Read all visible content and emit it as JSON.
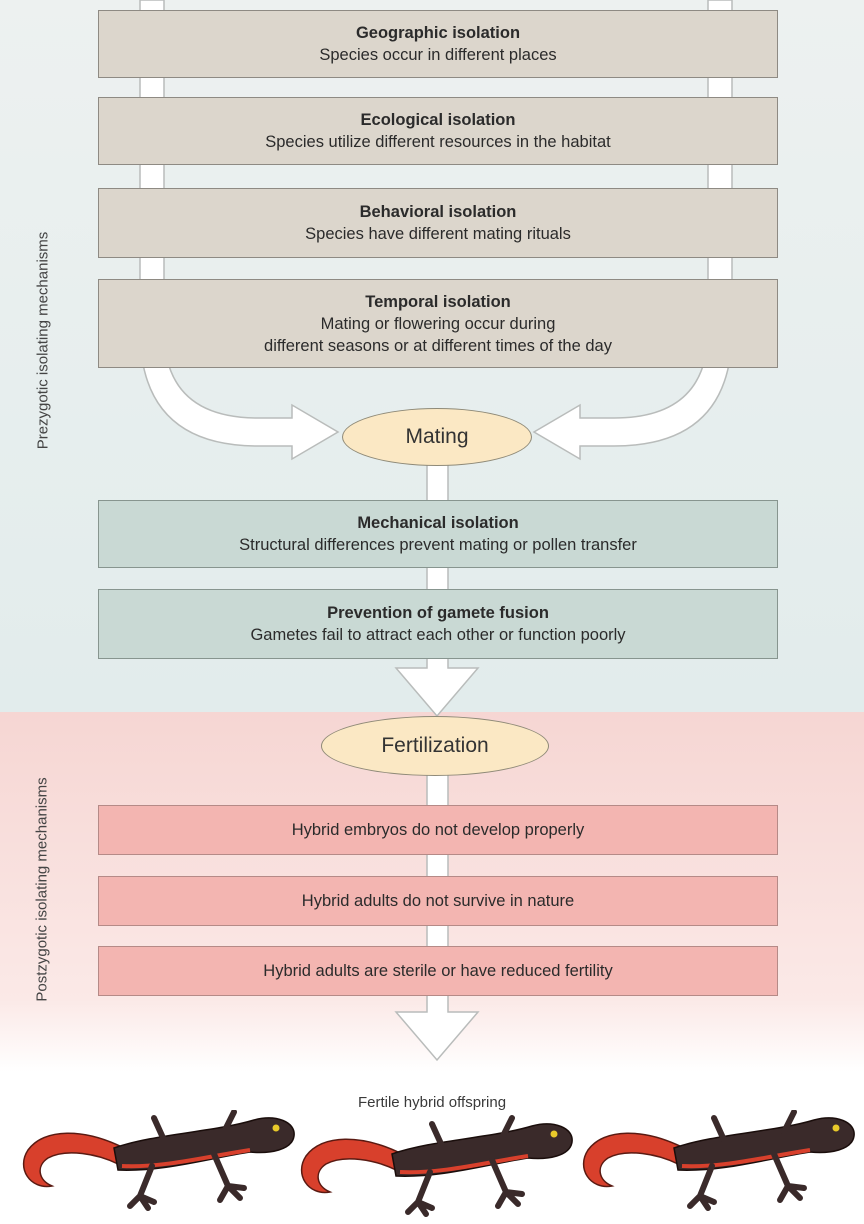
{
  "side_labels": {
    "prezygotic": "Prezygotic isolating mechanisms",
    "postzygotic": "Postzygotic isolating mechanisms"
  },
  "prezygotic_boxes": [
    {
      "title": "Geographic isolation",
      "desc": "Species occur in different places"
    },
    {
      "title": "Ecological isolation",
      "desc": "Species utilize different resources in the habitat"
    },
    {
      "title": "Behavioral isolation",
      "desc": "Species have different mating rituals"
    },
    {
      "title": "Temporal isolation",
      "desc": "Mating or flowering occur during",
      "desc2": "different seasons or at different times of the day"
    }
  ],
  "mating": "Mating",
  "postmating_boxes": [
    {
      "title": "Mechanical isolation",
      "desc": "Structural differences prevent mating or pollen transfer"
    },
    {
      "title": "Prevention of gamete fusion",
      "desc": "Gametes fail to attract each other or function poorly"
    }
  ],
  "fertilization": "Fertilization",
  "postzygotic_boxes": [
    {
      "desc": "Hybrid embryos do not develop properly"
    },
    {
      "desc": "Hybrid adults do not survive in nature"
    },
    {
      "desc": "Hybrid adults are sterile or have reduced fertility"
    }
  ],
  "offspring": "Fertile hybrid offspring",
  "colors": {
    "prezygotic_zone": "#e6eeee",
    "postzygotic_zone": "#f8dcd9",
    "prezygotic_box": "#dcd6cc",
    "gamete_box": "#c9d9d4",
    "postzygotic_box": "#f3b5b1",
    "oval": "#fbe8c4"
  }
}
